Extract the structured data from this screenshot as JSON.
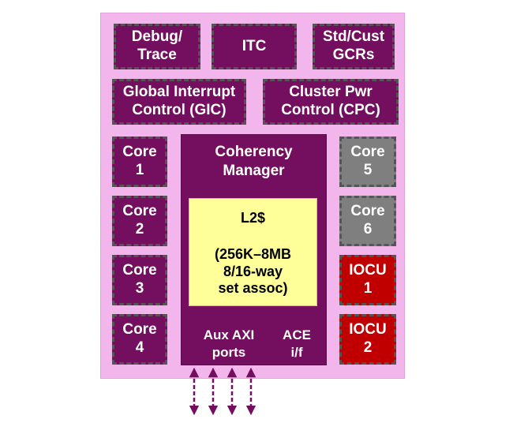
{
  "diagram": {
    "top_row": {
      "debug_trace": "Debug/\nTrace",
      "itc": "ITC",
      "gcrs": "Std/Cust\nGCRs"
    },
    "second_row": {
      "gic": "Global Interrupt\nControl (GIC)",
      "cpc": "Cluster Pwr\nControl (CPC)"
    },
    "left_cores": [
      "Core\n1",
      "Core\n2",
      "Core\n3",
      "Core\n4"
    ],
    "right_cores": [
      "Core\n5",
      "Core\n6"
    ],
    "iocus": [
      "IOCU\n1",
      "IOCU\n2"
    ],
    "coherency_manager": {
      "title": "Coherency\nManager",
      "l2_title": "L2$",
      "l2_desc": "(256K–8MB\n8/16-way\nset assoc)",
      "aux_axi": "Aux  AXI\nports",
      "ace": "ACE\ni/f"
    },
    "colors": {
      "cluster_bg": "#f2b6ec",
      "purple": "#740e5e",
      "gray": "#7f7f7f",
      "red": "#c00000",
      "l2_bg": "#ffff99",
      "arrow": "#740e5e"
    }
  }
}
